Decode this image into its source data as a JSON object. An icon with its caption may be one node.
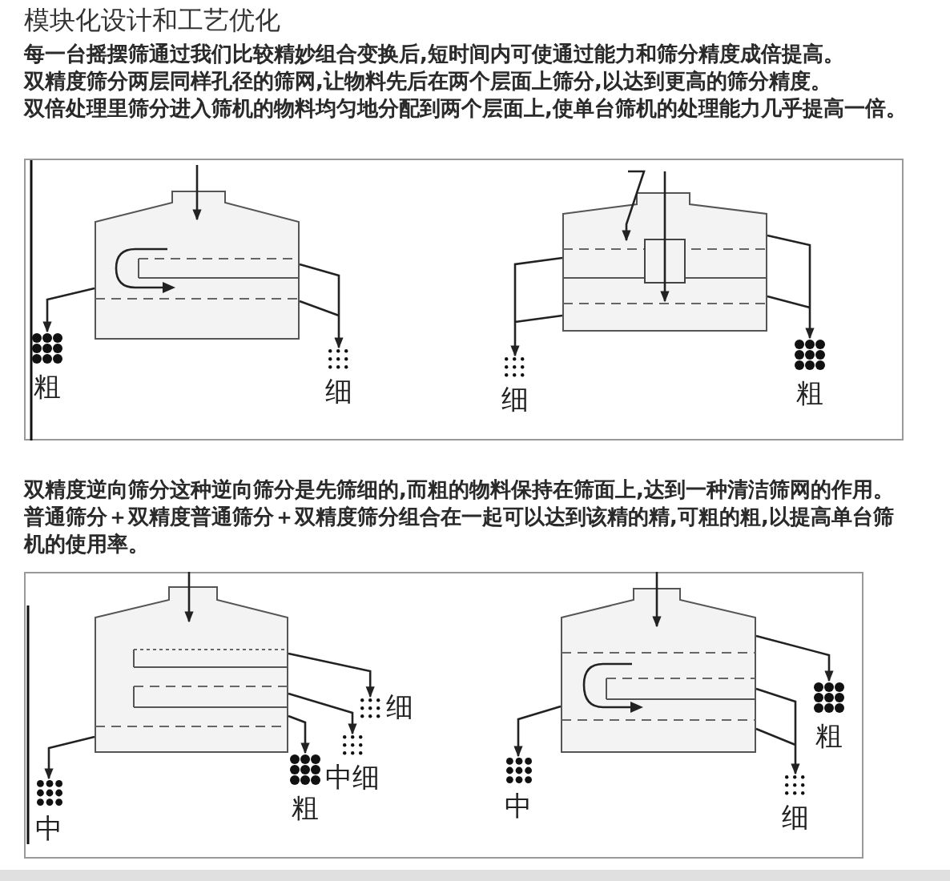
{
  "diagram": {
    "title": "模块化设计和工艺优化",
    "nodes": [
      {
        "text": [],
        "shape": "box"
      },
      {
        "text": [
          "粗"
        ]
      },
      {
        "text": [
          "细"
        ]
      },
      {
        "text": [],
        "shape": "box"
      },
      {
        "text": [
          "细"
        ]
      },
      {
        "text": [
          "粗"
        ]
      },
      {
        "text": [],
        "shape": "box"
      },
      {
        "text": [
          "细"
        ]
      },
      {
        "text": [
          "中细"
        ]
      },
      {
        "text": [
          "粗"
        ]
      },
      {
        "text": [
          "中"
        ]
      },
      {
        "text": [],
        "shape": "box"
      },
      {
        "text": [
          "中"
        ]
      },
      {
        "text": [
          "粗"
        ]
      },
      {
        "text": [
          "细"
        ]
      }
    ],
    "edges": [
      {
        "from": null,
        "to": 0,
        "arrow": "to"
      },
      {
        "from": 0,
        "to": 1,
        "arrow": "to"
      },
      {
        "from": 0,
        "to": 2,
        "arrow": "to"
      },
      {
        "from": null,
        "to": 3,
        "arrow": "to"
      },
      {
        "from": null,
        "to": 3,
        "arrow": "to"
      },
      {
        "from": 3,
        "to": 4,
        "arrow": "to"
      },
      {
        "from": 3,
        "to": 5,
        "arrow": "to"
      },
      {
        "from": null,
        "to": 6,
        "arrow": "to"
      },
      {
        "from": 6,
        "to": 7,
        "arrow": "to"
      },
      {
        "from": 6,
        "to": 8,
        "arrow": "to"
      },
      {
        "from": 6,
        "to": 9,
        "arrow": "to"
      },
      {
        "from": 6,
        "to": 10,
        "arrow": "to"
      },
      {
        "from": null,
        "to": 11,
        "arrow": "to"
      },
      {
        "from": 11,
        "to": 12,
        "arrow": "to"
      },
      {
        "from": 11,
        "to": 13,
        "arrow": "to"
      },
      {
        "from": 11,
        "to": 14,
        "arrow": "to"
      }
    ],
    "labels": [
      "每一台摇摆筛通过我们比较精妙组合变换后,短时间内可使通过能力和筛分精度成倍提高。",
      "双精度筛分两层同样孔径的筛网,让物料先后在两个层面上筛分,以达到更高的筛分精度。",
      "双倍处理里筛分进入筛机的物料均匀地分配到两个层面上,使单台筛机的处理能力几乎提高一倍。",
      "双精度逆向筛分这种逆向筛分是先筛细的,而粗的物料保持在筛面上,达到一种清洁筛网的作用。",
      "普通筛分＋双精度普通筛分＋双精度筛分组合在一起可以达到该精的精,可粗的粗,以提高单台筛机的使用率。"
    ]
  }
}
